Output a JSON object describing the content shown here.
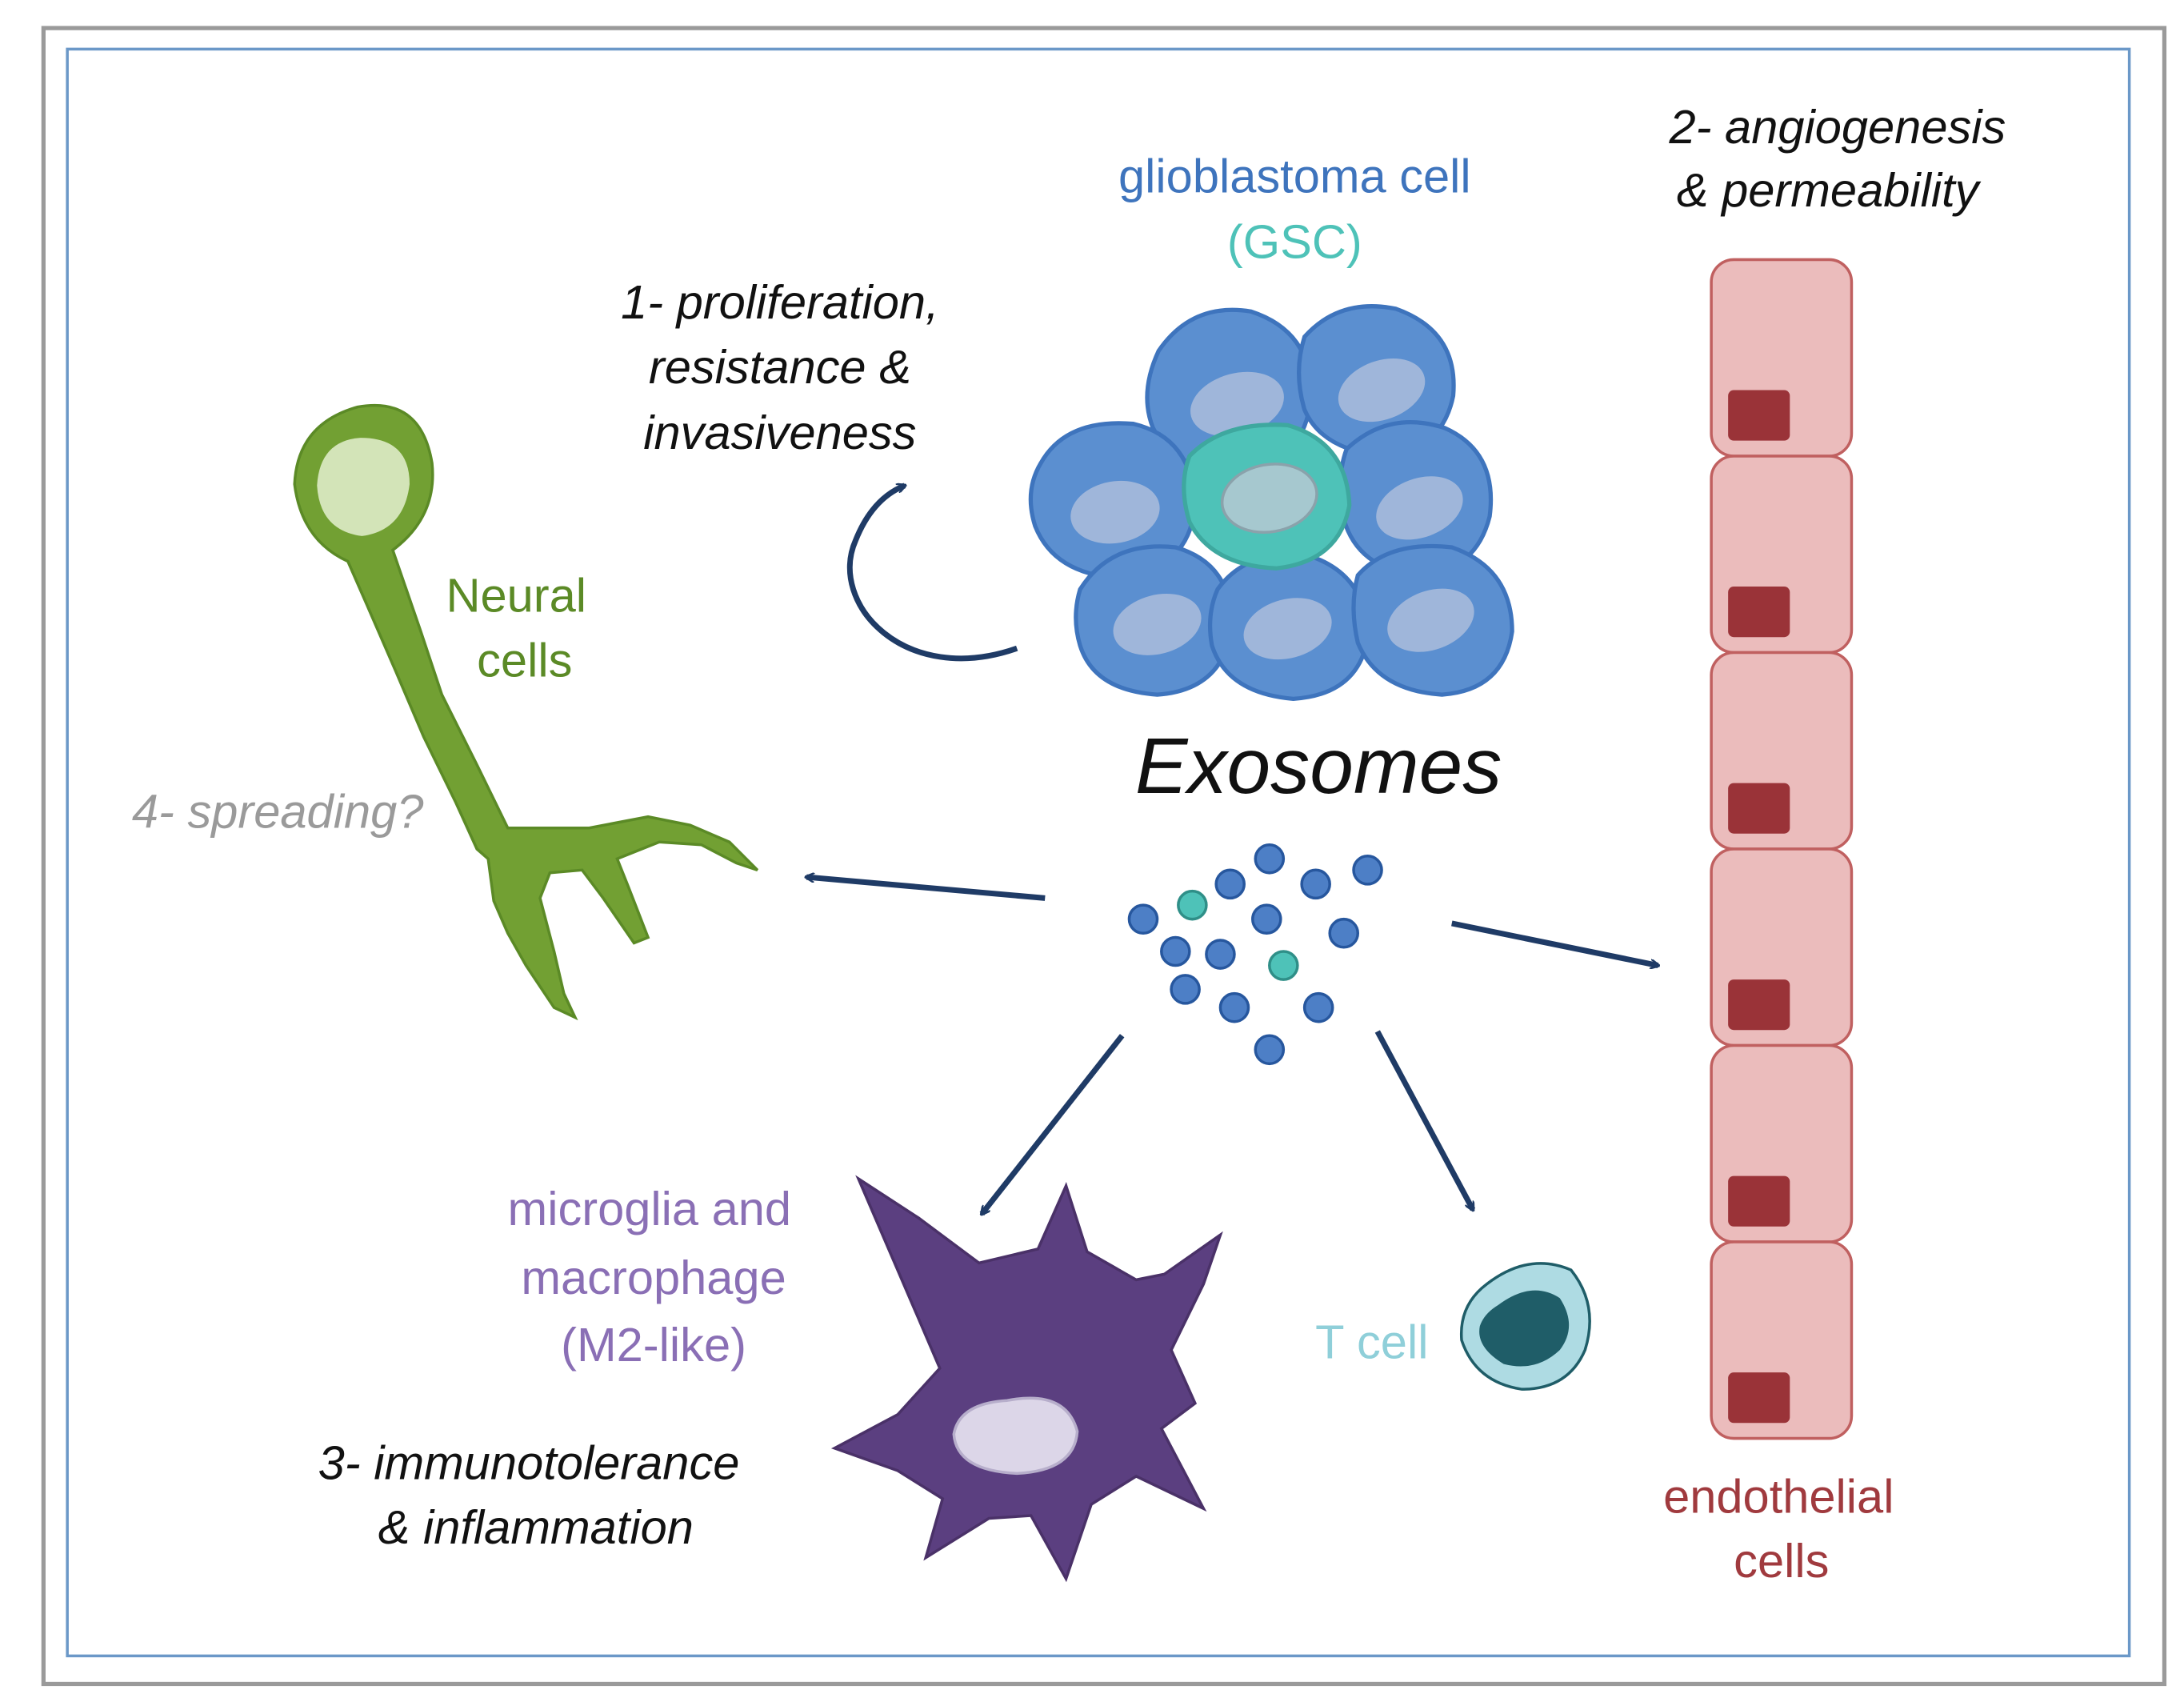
{
  "labels": {
    "glioblastoma_line1": "glioblastoma cell",
    "glioblastoma_line2": "(GSC)",
    "angiogenesis_line1": "2- angiogenesis",
    "angiogenesis_line2": "& permeability",
    "proliferation_line1": "1- proliferation,",
    "proliferation_line2": "resistance &",
    "proliferation_line3": "invasiveness",
    "neural_line1": "Neural",
    "neural_line2": "cells",
    "spreading": "4- spreading?",
    "exosomes": "Exosomes",
    "microglia_line1": "microglia and",
    "microglia_line2": "macrophage",
    "microglia_line3": "(M2-like)",
    "t_cell": "T cell",
    "immunotolerance_line1": "3- immunotolerance",
    "immunotolerance_line2": "& inflammation",
    "endothelial_line1": "endothelial",
    "endothelial_line2": "cells"
  },
  "colors": {
    "frame_outer": "#9a9a9a",
    "frame_inner": "#6b98c8",
    "glioblastoma_fill": "#5b8fd0",
    "glioblastoma_stroke": "#3e74bd",
    "glioblastoma_nucleus": "#9fb6da",
    "gsc_fill": "#4ec2b8",
    "gsc_nucleus": "#a6c8cf",
    "glioblastoma_text": "#3e74bd",
    "gsc_text": "#4ec2b8",
    "neural_fill": "#72a033",
    "neural_stroke": "#5b8a26",
    "neural_soma": "#d3e4b8",
    "neural_text": "#5b8a26",
    "spreading_text": "#9a9a9a",
    "microglia_fill": "#5b3f80",
    "microglia_nucleus": "#dcd6e8",
    "microglia_text": "#8a6fb5",
    "tcell_fill": "#aedbe3",
    "tcell_nucleus": "#1f5d68",
    "tcell_text": "#8fcfd9",
    "endothelial_fill": "#ebbcbc",
    "endothelial_stroke": "#c06060",
    "endothelial_nucleus": "#9a3338",
    "endothelial_text": "#a03a3e",
    "exosome_blue": "#4d7fc6",
    "exosome_teal": "#4ec2b8",
    "exosome_stroke": "#27579e",
    "arrow": "#1f3b66",
    "black_text": "#111111"
  }
}
